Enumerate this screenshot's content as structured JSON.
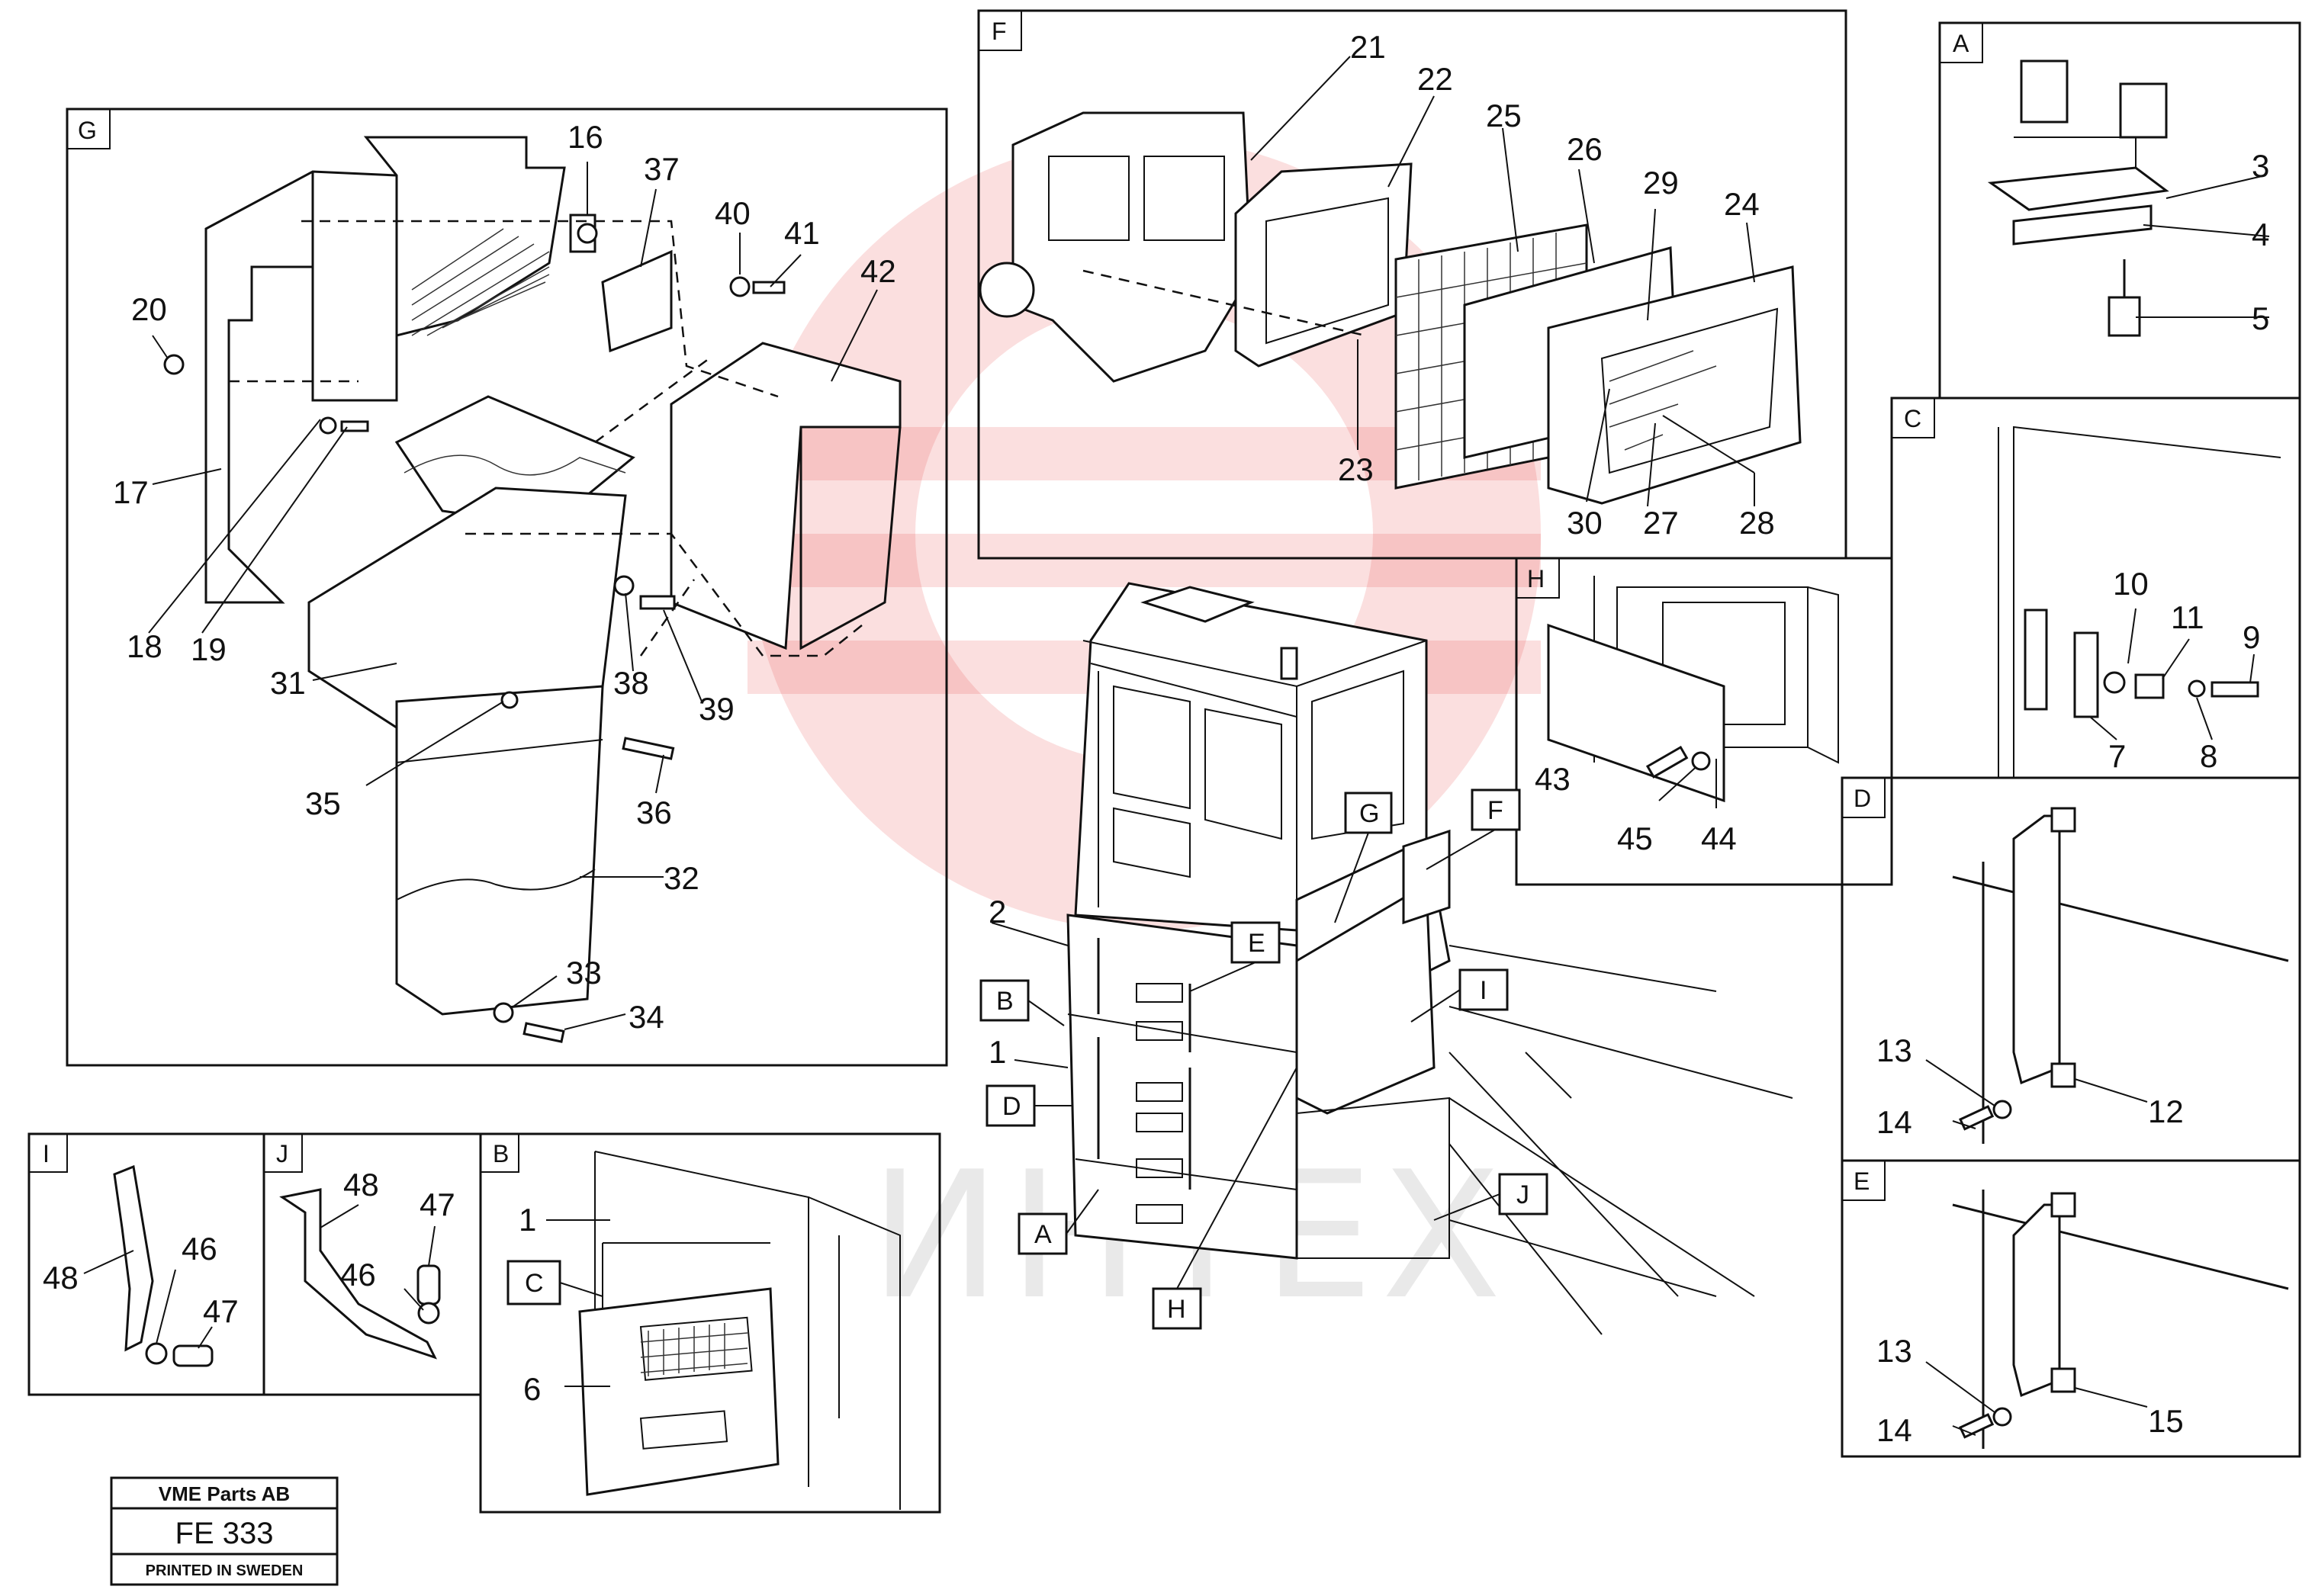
{
  "watermark": {
    "text": "ИНТЕХ",
    "color": "#e83a3a"
  },
  "title_block": {
    "company": "VME Parts AB",
    "code": "FE 333",
    "printed": "PRINTED IN SWEDEN"
  },
  "views": {
    "A": "A",
    "B": "B",
    "C": "C",
    "D": "D",
    "E": "E",
    "F": "F",
    "G": "G",
    "H": "H",
    "I": "I",
    "J": "J"
  },
  "callouts": {
    "A": "A",
    "B": "B",
    "C": "C",
    "D": "D",
    "E": "E",
    "F": "F",
    "G": "G",
    "H": "H",
    "I": "I",
    "J": "J"
  },
  "parts": {
    "p1": "1",
    "p2": "2",
    "p3": "3",
    "p4": "4",
    "p5": "5",
    "p6": "6",
    "p7": "7",
    "p8": "8",
    "p9": "9",
    "p10": "10",
    "p11": "11",
    "p12": "12",
    "p13": "13",
    "p14": "14",
    "p15": "15",
    "p16": "16",
    "p17": "17",
    "p18": "18",
    "p19": "19",
    "p20": "20",
    "p21": "21",
    "p22": "22",
    "p23": "23",
    "p24": "24",
    "p25": "25",
    "p26": "26",
    "p27": "27",
    "p28": "28",
    "p29": "29",
    "p30": "30",
    "p31": "31",
    "p32": "32",
    "p33": "33",
    "p34": "34",
    "p35": "35",
    "p36": "36",
    "p37": "37",
    "p38": "38",
    "p39": "39",
    "p40": "40",
    "p41": "41",
    "p42": "42",
    "p43": "43",
    "p44": "44",
    "p45": "45",
    "p46": "46",
    "p47": "47",
    "p48": "48"
  }
}
